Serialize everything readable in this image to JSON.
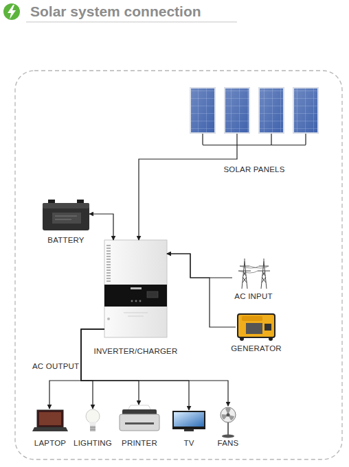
{
  "diagram": {
    "title": "Solar system connection",
    "nodes": [
      {
        "text": [
          "SOLAR PANELS"
        ]
      },
      {
        "text": [
          "BATTERY"
        ]
      },
      {
        "text": [
          "INVERTER/CHARGER"
        ]
      },
      {
        "text": [
          "AC INPUT"
        ]
      },
      {
        "text": [
          "GENERATOR"
        ]
      },
      {
        "text": [
          "LAPTOP"
        ]
      },
      {
        "text": [
          "LIGHTING"
        ]
      },
      {
        "text": [
          "PRINTER"
        ]
      },
      {
        "text": [
          "TV"
        ]
      },
      {
        "text": [
          "FANS"
        ]
      }
    ],
    "edges": [
      {
        "from": 0,
        "to": 2,
        "arrow": "to"
      },
      {
        "from": 1,
        "to": 2,
        "arrow": "both"
      },
      {
        "from": 3,
        "to": 2,
        "arrow": "to"
      },
      {
        "from": 4,
        "to": 2,
        "arrow": "to"
      },
      {
        "from": 2,
        "to": 5,
        "arrow": "to",
        "label": "AC OUTPUT"
      },
      {
        "from": 2,
        "to": 6,
        "arrow": "to"
      },
      {
        "from": 2,
        "to": 7,
        "arrow": "to"
      },
      {
        "from": 2,
        "to": 8,
        "arrow": "to"
      },
      {
        "from": 2,
        "to": 9,
        "arrow": "to"
      }
    ]
  }
}
